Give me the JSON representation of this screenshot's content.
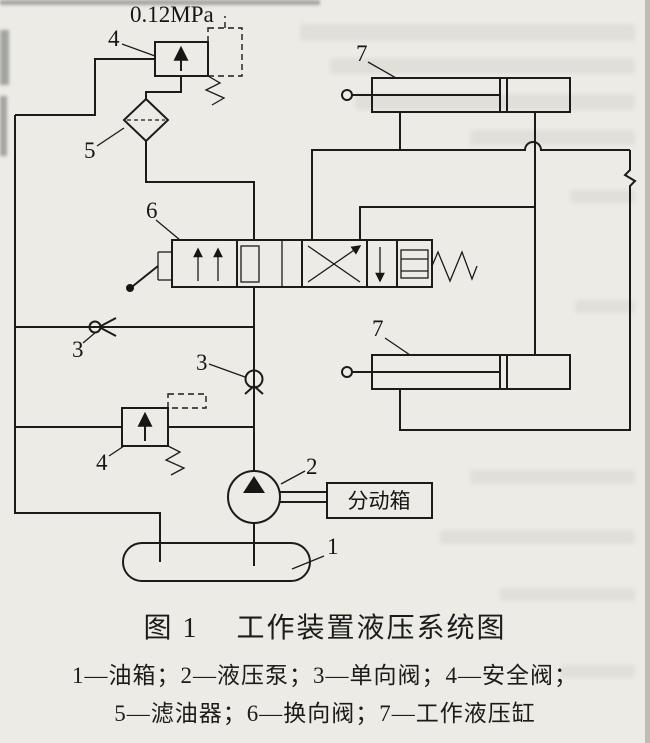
{
  "figure": {
    "pressure_label": "0.12MPa",
    "transfer_case": "分动箱",
    "labels": {
      "tank": "1",
      "pump": "2",
      "check_left": "3",
      "check_main": "3",
      "relief_top": "4",
      "relief_bottom": "4",
      "filter": "5",
      "directional": "6",
      "cyl_top": "7",
      "cyl_bottom": "7"
    },
    "caption": {
      "prefix": "图 1",
      "title": "工作装置液压系统图"
    },
    "legend": {
      "line1": "1—油箱；2—液压泵；3—单向阀；4—安全阀；",
      "line2": "5—滤油器；6—换向阀；7—工作液压缸"
    }
  }
}
